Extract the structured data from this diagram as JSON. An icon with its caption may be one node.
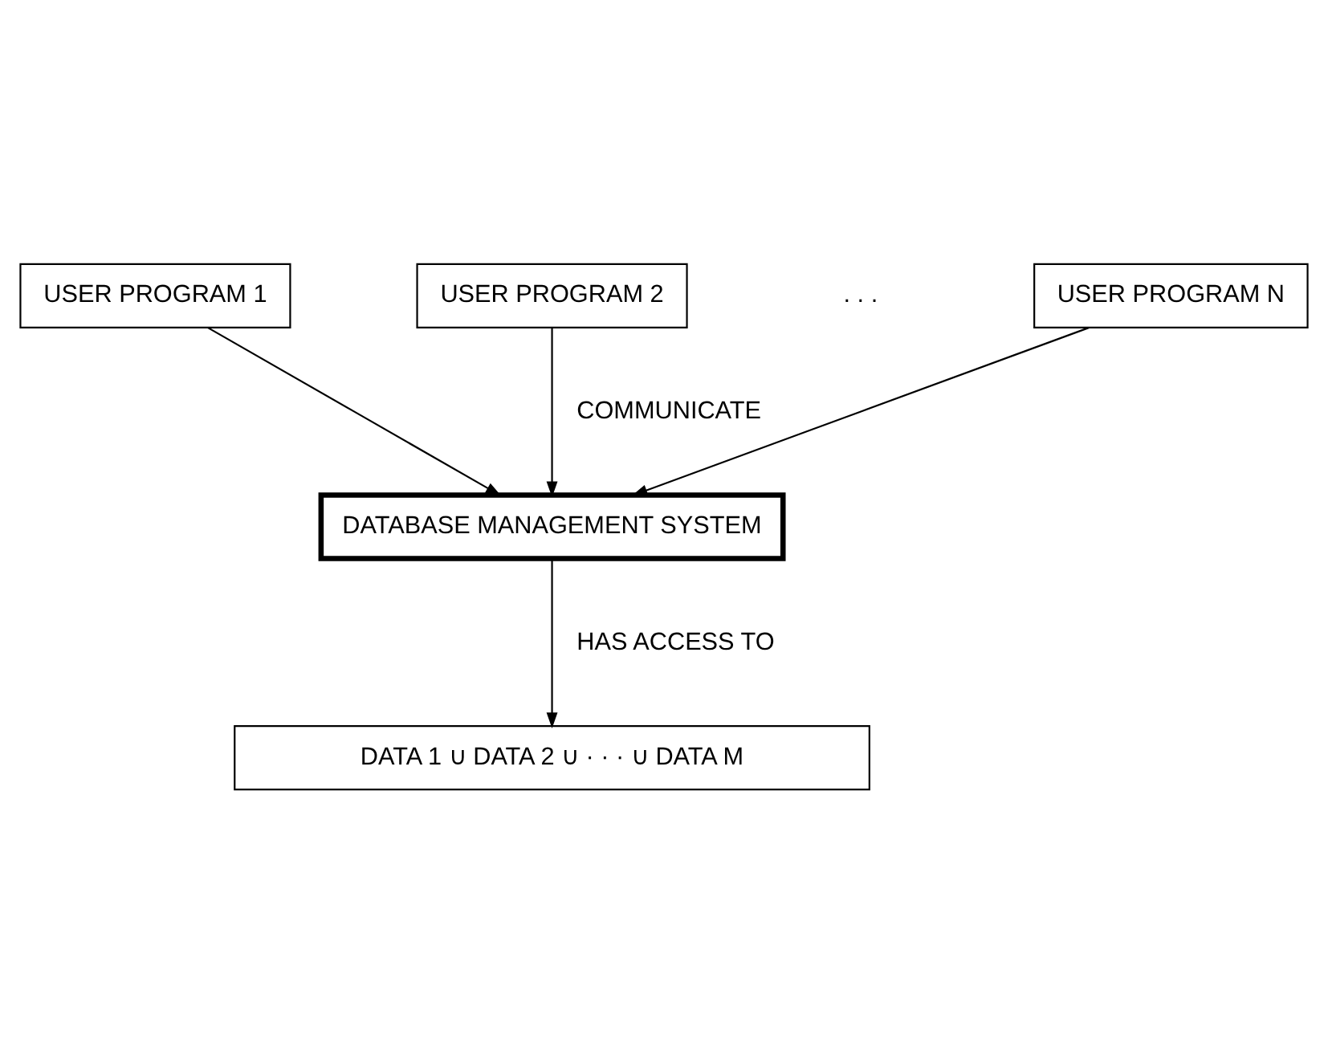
{
  "diagram": {
    "nodes": [
      {
        "text": [
          "USER PROGRAM 1"
        ]
      },
      {
        "text": [
          "USER PROGRAM 2"
        ]
      },
      {
        "text": [
          "USER PROGRAM N"
        ]
      },
      {
        "text": [
          "DATABASE MANAGEMENT SYSTEM"
        ]
      },
      {
        "text": [
          "DATA 1 ∪ DATA 2 ∪ · · · ∪ DATA M"
        ]
      }
    ],
    "edges": [
      {
        "from": 0,
        "to": 3,
        "arrow": "to"
      },
      {
        "from": 1,
        "to": 3,
        "arrow": "to",
        "label": "COMMUNICATE"
      },
      {
        "from": 2,
        "to": 3,
        "arrow": "to"
      },
      {
        "from": 3,
        "to": 4,
        "arrow": "to",
        "label": "HAS ACCESS TO"
      }
    ],
    "labels": [
      ". . ."
    ]
  }
}
